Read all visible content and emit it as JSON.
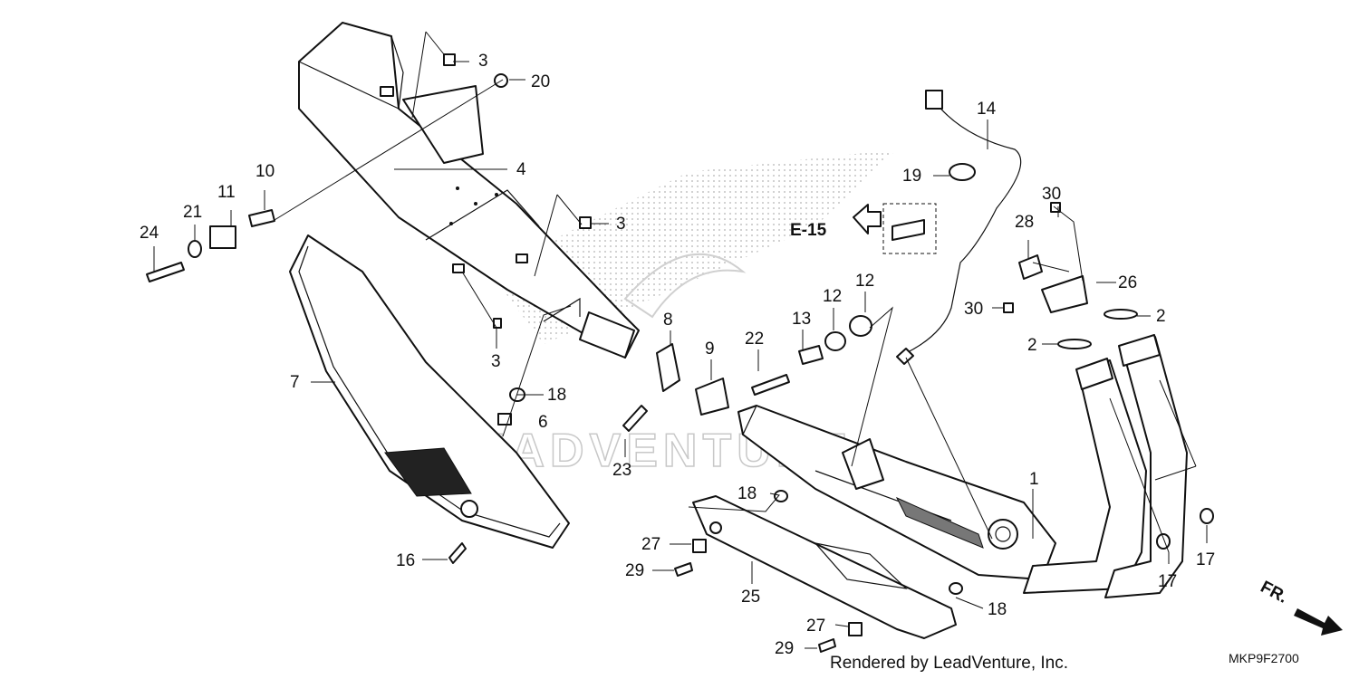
{
  "diagram": {
    "reference_labels": {
      "e15": "E-15",
      "fr": "FR."
    },
    "footer": "Rendered by LeadVenture, Inc.",
    "diagram_code": "MKP9F2700",
    "watermark_text": "LEADVENTURE",
    "callouts": {
      "c1": "1",
      "c2a": "2",
      "c2b": "2",
      "c3a": "3",
      "c3b": "3",
      "c3c": "3",
      "c4": "4",
      "c6": "6",
      "c7": "7",
      "c8": "8",
      "c9": "9",
      "c10": "10",
      "c11": "11",
      "c12a": "12",
      "c12b": "12",
      "c13": "13",
      "c14": "14",
      "c16": "16",
      "c17a": "17",
      "c17b": "17",
      "c18a": "18",
      "c18b": "18",
      "c18c": "18",
      "c19": "19",
      "c20": "20",
      "c21": "21",
      "c22": "22",
      "c23": "23",
      "c24": "24",
      "c25": "25",
      "c26": "26",
      "c27a": "27",
      "c27b": "27",
      "c28": "28",
      "c29a": "29",
      "c29b": "29",
      "c30a": "30",
      "c30b": "30"
    }
  }
}
